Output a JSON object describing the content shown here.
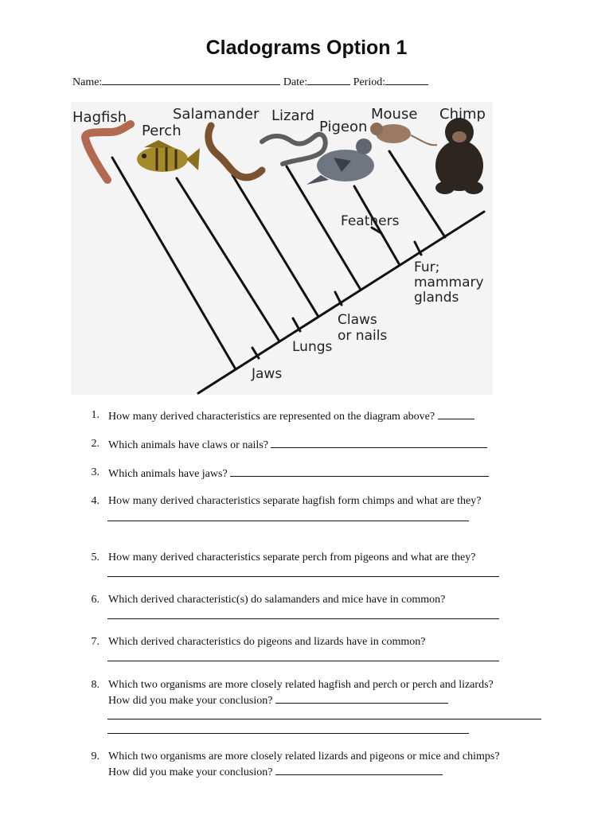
{
  "title": "Cladograms Option 1",
  "header": {
    "name_label": "Name:",
    "date_label": "Date:",
    "period_label": "Period:"
  },
  "diagram": {
    "organisms": [
      "Hagfish",
      "Perch",
      "Salamander",
      "Lizard",
      "Pigeon",
      "Mouse",
      "Chimp"
    ],
    "traits": [
      "Jaws",
      "Lungs",
      "Claws or nails",
      "Feathers",
      "Fur; mammary glands"
    ],
    "trait_lines": {
      "claws_1": "Claws",
      "claws_2": "or nails",
      "fur_1": "Fur;",
      "fur_2": "mammary",
      "fur_3": "glands"
    }
  },
  "questions": [
    {
      "num": "1.",
      "text": "How many derived characteristics are represented on the diagram above?"
    },
    {
      "num": "2.",
      "text": "Which animals have claws or nails?"
    },
    {
      "num": "3.",
      "text": "Which animals have jaws?"
    },
    {
      "num": "4.",
      "text": "How many derived characteristics separate hagfish form chimps and what are they?"
    },
    {
      "num": "5.",
      "text": "How many derived characteristics separate perch from pigeons and what are they?"
    },
    {
      "num": "6.",
      "text": "Which derived characteristic(s) do salamanders and mice have in common?"
    },
    {
      "num": "7.",
      "text": "Which derived characteristics do pigeons and lizards have in common?"
    },
    {
      "num": "8.",
      "text": "Which two organisms are more closely related hagfish and perch or perch and lizards?",
      "sub": "How did you make your conclusion?"
    },
    {
      "num": "9.",
      "text": "Which two organisms are more closely related lizards and pigeons or mice and chimps?",
      "sub": "How did you make your conclusion?"
    }
  ]
}
